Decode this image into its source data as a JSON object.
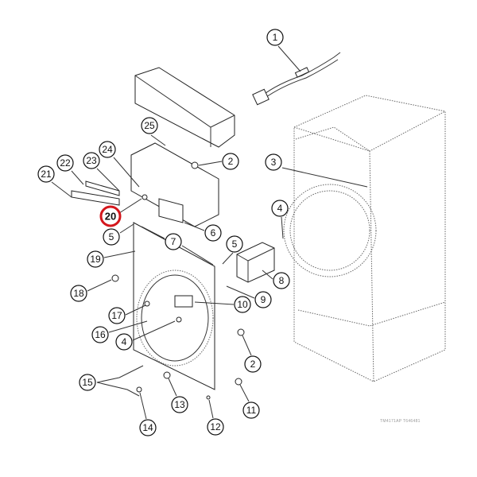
{
  "diagram": {
    "highlighted_callout": "20",
    "highlight_color": "#d4161c",
    "callouts": [
      "1",
      "25",
      "2",
      "24",
      "23",
      "22",
      "21",
      "20",
      "3",
      "4",
      "6",
      "5",
      "7",
      "5",
      "19",
      "8",
      "9",
      "18",
      "17",
      "10",
      "16",
      "4",
      "2",
      "15",
      "13",
      "11",
      "14",
      "12"
    ],
    "drawing_code": "TM4171AP T646481"
  }
}
